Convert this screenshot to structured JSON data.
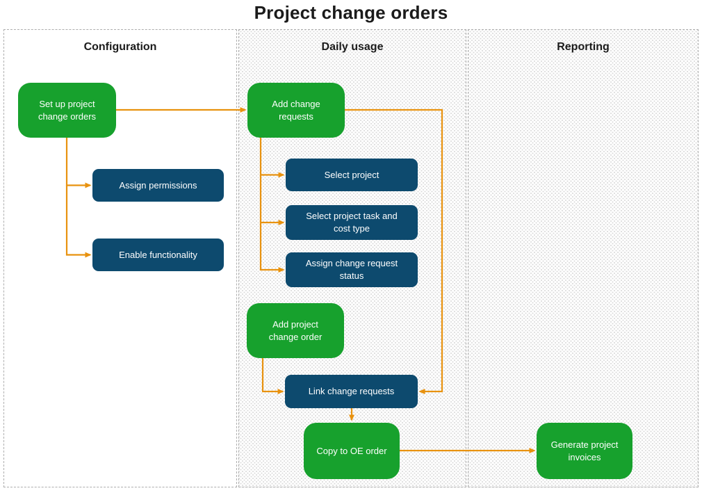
{
  "title": "Project change orders",
  "colors": {
    "green": "#17A12D",
    "navy": "#0D4A6E",
    "orange": "#E8920F",
    "panel_border": "#ADADAD",
    "stipple_dot": "#DBDBDB",
    "text_dark": "#1B1B1B",
    "box_text": "#FFFFFF"
  },
  "panels": [
    {
      "id": "configuration",
      "label": "Configuration"
    },
    {
      "id": "daily-usage",
      "label": "Daily usage"
    },
    {
      "id": "reporting",
      "label": "Reporting"
    }
  ],
  "nodes": {
    "setup": {
      "label": "Set up project\nchange orders",
      "type": "green",
      "panel": "configuration"
    },
    "assign_permissions": {
      "label": "Assign permissions",
      "type": "navy",
      "panel": "configuration"
    },
    "enable_functionality": {
      "label": "Enable functionality",
      "type": "navy",
      "panel": "configuration"
    },
    "add_change_requests": {
      "label": "Add change\nrequests",
      "type": "green",
      "panel": "daily-usage"
    },
    "select_project": {
      "label": "Select project",
      "type": "navy",
      "panel": "daily-usage"
    },
    "select_task_cost": {
      "label": "Select project task and\ncost type",
      "type": "navy",
      "panel": "daily-usage"
    },
    "assign_status": {
      "label": "Assign change request\nstatus",
      "type": "navy",
      "panel": "daily-usage"
    },
    "add_project_change_order": {
      "label": "Add project\nchange order",
      "type": "green",
      "panel": "daily-usage"
    },
    "link_change_requests": {
      "label": "Link change requests",
      "type": "navy",
      "panel": "daily-usage"
    },
    "copy_to_oe": {
      "label": "Copy to OE order",
      "type": "green",
      "panel": "daily-usage"
    },
    "generate_invoices": {
      "label": "Generate project\ninvoices",
      "type": "green",
      "panel": "reporting"
    }
  },
  "edges": [
    {
      "from": "setup",
      "to": "add_change_requests"
    },
    {
      "from": "setup",
      "to": "assign_permissions"
    },
    {
      "from": "setup",
      "to": "enable_functionality"
    },
    {
      "from": "add_change_requests",
      "to": "select_project"
    },
    {
      "from": "add_change_requests",
      "to": "select_task_cost"
    },
    {
      "from": "add_change_requests",
      "to": "assign_status"
    },
    {
      "from": "add_change_requests",
      "to": "link_change_requests"
    },
    {
      "from": "add_project_change_order",
      "to": "link_change_requests"
    },
    {
      "from": "link_change_requests",
      "to": "copy_to_oe"
    },
    {
      "from": "copy_to_oe",
      "to": "generate_invoices"
    }
  ]
}
